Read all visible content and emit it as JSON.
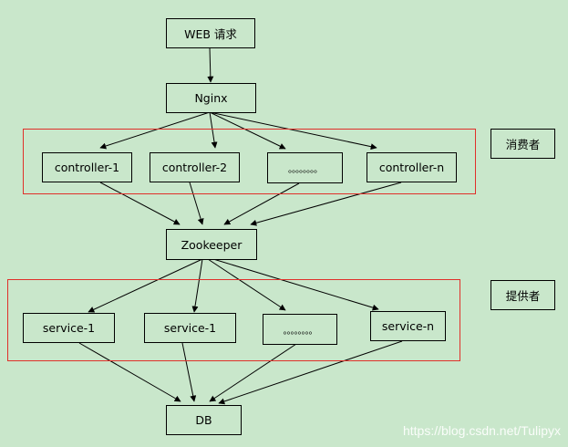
{
  "nodes": {
    "web": "WEB 请求",
    "nginx": "Nginx",
    "controller_1": "controller-1",
    "controller_2": "controller-2",
    "controller_dots": "。。。。。。。。",
    "controller_n": "controller-n",
    "zookeeper": "Zookeeper",
    "service_1a": "service-1",
    "service_1b": "service-1",
    "service_dots": "。。。。。。。。",
    "service_n": "service-n",
    "db": "DB"
  },
  "labels": {
    "consumer": "消费者",
    "provider": "提供者"
  },
  "watermark": "https://blog.csdn.net/Tulipyx",
  "colors": {
    "background": "#c9e7cb",
    "group_border": "#e0302a",
    "line": "#000000"
  }
}
